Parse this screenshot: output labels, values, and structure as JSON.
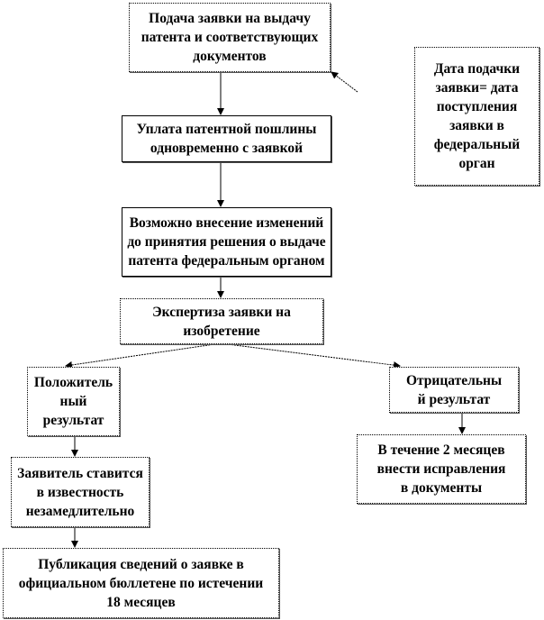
{
  "nodes": {
    "filing": "Подача заявки на выдачу\nпатента и соответствующих\nдокументов",
    "filing_date": "Дата подачки\nзаявки= дата\nпоступления\nзаявки в\nфедеральный\nорган",
    "fee": "Уплата патентной пошлины\nодновременно с заявкой",
    "changes": "Возможно внесение изменений\nдо принятия решения  о выдаче\nпатента федеральным органом",
    "examination": "Экспертиза заявки на\nизобретение",
    "positive": "Положитель\nный\nрезультат",
    "negative": "Отрицательны\nй результат",
    "notified": "Заявитель ставится\nв известность\nнезамедлительно",
    "corrections": "В течение 2 месяцев\nвнести исправления\nв документы",
    "publication": "Публикация сведений о заявке   в\nофициальном бюллетене по истечении\n18 месяцев"
  }
}
